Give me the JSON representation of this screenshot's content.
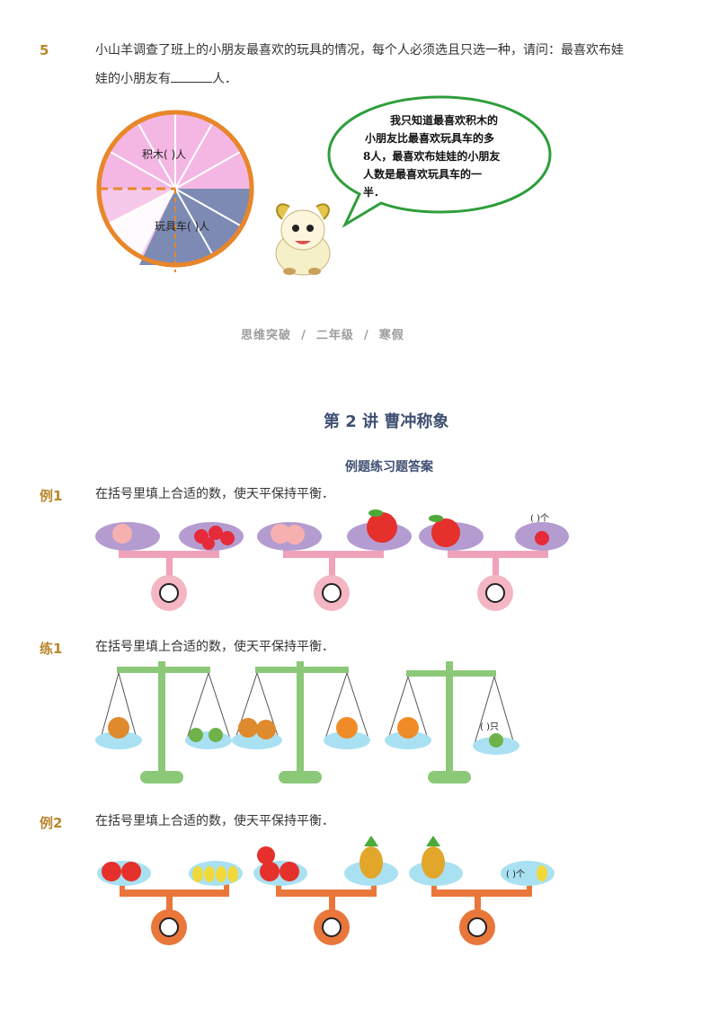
{
  "problem5": {
    "number": "5",
    "text_line1": "小山羊调查了班上的小朋友最喜欢的玩具的情况，每个人必须选且只选一种，请问：最喜欢布娃",
    "text_line2_pre": "娃的小朋友有",
    "text_line2_post": "人．",
    "pie_label_blocks": "积木(    )人",
    "pie_label_car": "玩具车(    )人",
    "bubble_lines": [
      "我只知道最喜欢积木的",
      "小朋友比最喜欢玩具车的多",
      "8人，最喜欢布娃娃的小朋友",
      "人数是最喜欢玩具车的一",
      "半．"
    ]
  },
  "footer": {
    "parts": [
      "思维突破",
      "/",
      "二年级",
      "/",
      "寒假"
    ]
  },
  "lecture": {
    "title": "第 2 讲  曹冲称象",
    "subtitle": "例题练习题答案"
  },
  "example1": {
    "tag": "例1",
    "text": "在括号里填上合适的数，使天平保持平衡．",
    "blank_label": "(    )个"
  },
  "practice1": {
    "tag": "练1",
    "text": "在括号里填上合适的数，使天平保持平衡．",
    "blank_label": "(  )只"
  },
  "example2": {
    "tag": "例2",
    "text": "在括号里填上合适的数，使天平保持平衡．",
    "blank_label": "(    )个"
  },
  "colors": {
    "tag": "#b8862b",
    "title": "#3f4f72",
    "pie_pink": "#f4b7e4",
    "pie_blue": "#7d8bb4",
    "pie_ring": "#e8862a",
    "bubble_green": "#2e9e3b",
    "plate_purple": "#b49cd0",
    "beam_pink": "#f0a2b8",
    "scale_green": "#8bc878",
    "plate_blue": "#a9e1f2",
    "beam_orange": "#e9763a"
  }
}
